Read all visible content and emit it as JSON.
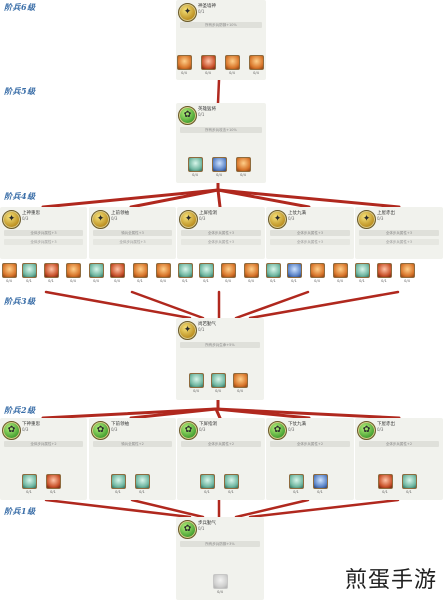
{
  "tiers": {
    "t6": "阶兵6级",
    "t5": "阶兵5级",
    "t4": "阶兵4级",
    "t3": "阶兵3级",
    "t2": "阶兵2级",
    "t1": "阶兵1级"
  },
  "watermark": "煎蛋手游",
  "cards": [
    {
      "id": "c6",
      "title": "神圣墙神",
      "progress": "0/1",
      "bar": "所有步兵防御+10%",
      "bar2": "",
      "icon": "gold",
      "slots": [
        {
          "color": "orange",
          "label": "0/4"
        },
        {
          "color": "red",
          "label": "0/4"
        },
        {
          "color": "orange",
          "label": "0/4"
        },
        {
          "color": "orange",
          "label": "0/4"
        }
      ]
    },
    {
      "id": "c5",
      "title": "英雄猛将",
      "progress": "0/1",
      "bar": "所有步兵攻击+10%",
      "bar2": "",
      "icon": "green",
      "slots": [
        {
          "color": "teal",
          "label": "0/4"
        },
        {
          "color": "blue",
          "label": "0/4"
        },
        {
          "color": "orange",
          "label": "0/4"
        }
      ]
    },
    {
      "id": "c4a",
      "title": "上神重思",
      "progress": "0/3",
      "bar": "全体步兵属性+3",
      "bar2": "全体步兵属性+3",
      "icon": "gold",
      "slots": [
        {
          "color": "orange",
          "label": "0/4"
        },
        {
          "color": "teal",
          "label": "0/1"
        },
        {
          "color": "red",
          "label": "0/1"
        }
      ]
    },
    {
      "id": "c4b",
      "title": "上前领袖",
      "progress": "0/3",
      "bar": "骑兵全属性+3",
      "bar2": "全体步兵属性+3",
      "icon": "gold",
      "slots": [
        {
          "color": "orange",
          "label": "0/4"
        },
        {
          "color": "teal",
          "label": "0/1"
        },
        {
          "color": "red",
          "label": "0/1"
        }
      ]
    },
    {
      "id": "c4c",
      "title": "上屏指洞",
      "progress": "0/3",
      "bar": "全体步兵属性+3",
      "bar2": "全体步兵属性+3",
      "icon": "gold",
      "slots": [
        {
          "color": "orange",
          "label": "0/4"
        },
        {
          "color": "teal",
          "label": "0/1"
        },
        {
          "color": "red",
          "label": "0/1"
        }
      ]
    },
    {
      "id": "c4d",
      "title": "上仗九满",
      "progress": "0/3",
      "bar": "全体步兵属性+3",
      "bar2": "全体步兵属性+3",
      "icon": "gold",
      "slots": [
        {
          "color": "orange",
          "label": "0/4"
        },
        {
          "color": "teal",
          "label": "0/1"
        },
        {
          "color": "blue",
          "label": "0/1"
        }
      ]
    },
    {
      "id": "c4e",
      "title": "上屋赤出",
      "progress": "0/3",
      "bar": "全体步兵属性+3",
      "bar2": "全体步兵属性+3",
      "icon": "gold",
      "slots": [
        {
          "color": "orange",
          "label": "0/4"
        },
        {
          "color": "teal",
          "label": "0/1"
        },
        {
          "color": "red",
          "label": "0/1"
        }
      ]
    },
    {
      "id": "c3",
      "title": "尚若勤气",
      "progress": "0/1",
      "bar": "所有步兵生命+5%",
      "bar2": "",
      "icon": "gold",
      "slots": [
        {
          "color": "teal",
          "label": "0/4"
        },
        {
          "color": "teal",
          "label": "0/4"
        },
        {
          "color": "orange",
          "label": "0/4"
        }
      ]
    },
    {
      "id": "c2a",
      "title": "下神重思",
      "progress": "0/3",
      "bar": "全体步兵属性+2",
      "bar2": "",
      "icon": "green",
      "slots": [
        {
          "color": "teal",
          "label": "0/1"
        },
        {
          "color": "red",
          "label": "0/1"
        }
      ]
    },
    {
      "id": "c2b",
      "title": "下前领袖",
      "progress": "0/3",
      "bar": "骑兵全属性+2",
      "bar2": "",
      "icon": "green",
      "slots": [
        {
          "color": "teal",
          "label": "0/1"
        },
        {
          "color": "teal",
          "label": "0/1"
        }
      ]
    },
    {
      "id": "c2c",
      "title": "下屏指洞",
      "progress": "0/3",
      "bar": "全体步兵属性+2",
      "bar2": "",
      "icon": "green",
      "slots": [
        {
          "color": "teal",
          "label": "0/1"
        },
        {
          "color": "teal",
          "label": "0/1"
        }
      ]
    },
    {
      "id": "c2d",
      "title": "下仗九满",
      "progress": "0/3",
      "bar": "全体步兵属性+2",
      "bar2": "",
      "icon": "green",
      "slots": [
        {
          "color": "teal",
          "label": "0/1"
        },
        {
          "color": "blue",
          "label": "0/1"
        }
      ]
    },
    {
      "id": "c2e",
      "title": "下屋赤出",
      "progress": "0/3",
      "bar": "全体步兵属性+2",
      "bar2": "",
      "icon": "green",
      "slots": [
        {
          "color": "red",
          "label": "0/1"
        },
        {
          "color": "teal",
          "label": "0/1"
        }
      ]
    },
    {
      "id": "c1",
      "title": "步兵勤气",
      "progress": "0/1",
      "bar": "所有步兵防御+3%",
      "bar2": "",
      "icon": "green",
      "slots": [
        {
          "color": "grey",
          "label": "0/4"
        }
      ]
    }
  ],
  "row4_strip": [
    {
      "color": "orange",
      "label": "0/4"
    },
    {
      "color": "teal",
      "label": "0/1"
    },
    {
      "color": "red",
      "label": "0/1"
    },
    {
      "color": "orange",
      "label": "0/4"
    },
    {
      "color": "teal",
      "label": "0/4"
    },
    {
      "color": "red",
      "label": "0/4"
    },
    {
      "color": "orange",
      "label": "0/1"
    },
    {
      "color": "orange",
      "label": "0/4"
    },
    {
      "color": "teal",
      "label": "0/1"
    },
    {
      "color": "teal",
      "label": "0/1"
    },
    {
      "color": "orange",
      "label": "0/4"
    },
    {
      "color": "orange",
      "label": "0/4"
    },
    {
      "color": "teal",
      "label": "0/1"
    },
    {
      "color": "blue",
      "label": "0/1"
    },
    {
      "color": "orange",
      "label": "0/4"
    },
    {
      "color": "orange",
      "label": "0/4"
    },
    {
      "color": "teal",
      "label": "0/1"
    },
    {
      "color": "red",
      "label": "0/1"
    },
    {
      "color": "orange",
      "label": "0/4"
    }
  ],
  "colors": {
    "line": "#b0281e",
    "card": "#f1f2ed",
    "tier_text": "#3a6ea8"
  }
}
